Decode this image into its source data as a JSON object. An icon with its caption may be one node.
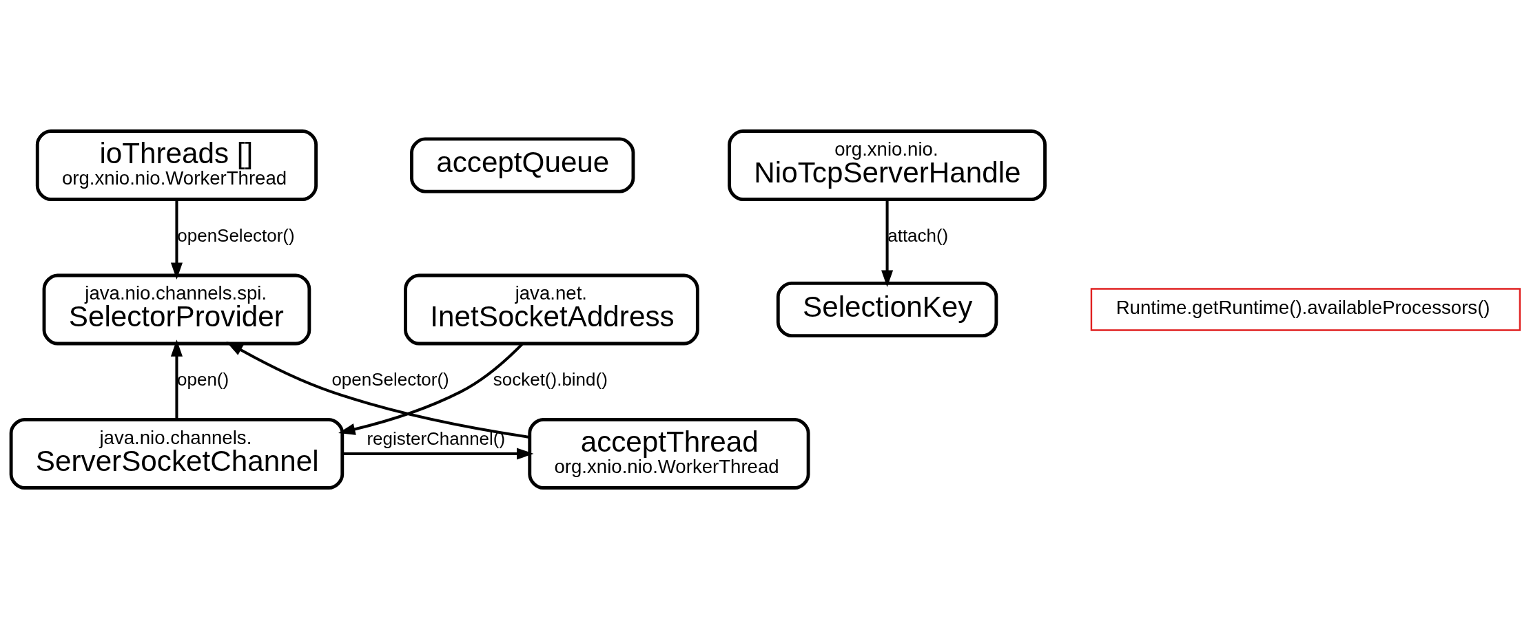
{
  "diagram": {
    "nodes": [
      {
        "text": [
          "java.nio.channels.spi.",
          "SelectorProvider"
        ]
      },
      {
        "text": [
          "java.net.",
          "InetSocketAddress"
        ]
      },
      {
        "text": [
          "acceptThread",
          "org.xnio.nio.WorkerThread"
        ]
      },
      {
        "text": [
          "java.nio.channels.",
          "ServerSocketChannel"
        ]
      },
      {
        "text": [
          "SelectionKey"
        ]
      },
      {
        "text": [
          "Runtime.getRuntime().availableProcessors()"
        ]
      },
      {
        "text": [
          "ioThreads []",
          "org.xnio.nio.WorkerThread"
        ]
      },
      {
        "text": [
          "acceptQueue"
        ]
      },
      {
        "text": [
          "org.xnio.nio.",
          "NioTcpServerHandle"
        ]
      }
    ],
    "edges": [
      {
        "from": 2,
        "to": 0,
        "arrow": "to",
        "label": "openSelector()"
      },
      {
        "from": 3,
        "to": 0,
        "arrow": "to",
        "label": "open()"
      },
      {
        "from": 1,
        "to": 3,
        "arrow": "to",
        "label": "socket().bind()"
      },
      {
        "from": 3,
        "to": 2,
        "arrow": "to",
        "label": "registerChannel()"
      },
      {
        "from": 8,
        "to": 4,
        "arrow": "to",
        "label": "attach()"
      },
      {
        "from": 6,
        "to": 0,
        "arrow": "to",
        "label": "openSelector()"
      }
    ]
  }
}
